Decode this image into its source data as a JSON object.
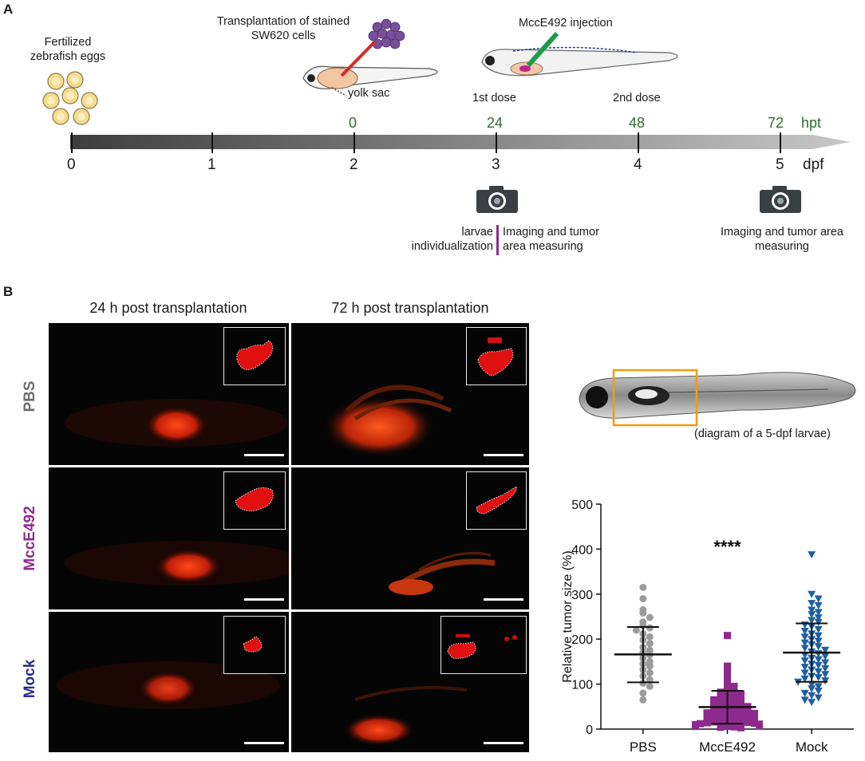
{
  "panelA": {
    "letter": "A",
    "fertilized": "Fertilized zebrafish eggs",
    "transplantation": "Transplantation of stained SW620 cells",
    "yolk_sac": "yolk sac",
    "injection": "MccE492 injection",
    "dose1": "1st dose",
    "dose2": "2nd dose",
    "dpf_ticks": [
      "0",
      "1",
      "2",
      "3",
      "4",
      "5"
    ],
    "dpf_unit": "dpf",
    "hpt_ticks": [
      "0",
      "24",
      "48",
      "72"
    ],
    "hpt_unit": "hpt",
    "larvae": "larvae individualization",
    "imaging1": "Imaging and tumor area measuring",
    "imaging2": "Imaging and tumor area measuring"
  },
  "panelB": {
    "letter": "B",
    "col1": "24 h post transplantation",
    "col2": "72 h post transplantation",
    "rows": [
      "PBS",
      "MccE492",
      "Mock"
    ],
    "row_colors": [
      "#6b6b6b",
      "#8e2a8e",
      "#2a2a8a"
    ],
    "diagram_caption": "(diagram of a 5-dpf larvae)"
  },
  "chart_data": {
    "type": "scatter",
    "title": "",
    "xlabel": "",
    "ylabel": "Relative tumor size (%)",
    "ylim": [
      0,
      500
    ],
    "yticks": [
      "0",
      "100",
      "200",
      "300",
      "400",
      "500"
    ],
    "categories": [
      "PBS",
      "MccE492",
      "Mock"
    ],
    "annotation": "****",
    "annotation_category": "MccE492",
    "series": [
      {
        "category": "PBS",
        "color": "#9b9b9b",
        "marker": "circle",
        "mean": 166,
        "sd_low": 104,
        "sd_high": 227,
        "values": [
          315,
          290,
          265,
          258,
          248,
          238,
          230,
          225,
          220,
          212,
          205,
          198,
          190,
          182,
          175,
          170,
          165,
          158,
          150,
          145,
          140,
          132,
          125,
          118,
          110,
          102,
          95,
          80,
          65
        ]
      },
      {
        "category": "MccE492",
        "color": "#8e2a8e",
        "marker": "square",
        "mean": 49,
        "sd_low": 12,
        "sd_high": 85,
        "values": [
          208,
          140,
          125,
          110,
          100,
          95,
          90,
          85,
          82,
          78,
          75,
          72,
          70,
          68,
          65,
          62,
          60,
          58,
          55,
          53,
          50,
          48,
          46,
          44,
          42,
          40,
          38,
          36,
          35,
          33,
          32,
          30,
          28,
          26,
          25,
          24,
          22,
          20,
          19,
          18,
          17,
          16,
          15,
          14,
          13,
          12,
          11,
          10,
          9,
          8,
          7,
          6,
          5,
          4,
          3
        ]
      },
      {
        "category": "Mock",
        "color": "#1f5fa0",
        "marker": "triangle-down",
        "mean": 170,
        "sd_low": 105,
        "sd_high": 235,
        "values": [
          388,
          300,
          290,
          280,
          275,
          265,
          260,
          255,
          248,
          242,
          238,
          232,
          228,
          222,
          218,
          212,
          208,
          205,
          200,
          196,
          192,
          188,
          184,
          180,
          176,
          172,
          168,
          165,
          162,
          158,
          155,
          152,
          148,
          145,
          142,
          138,
          135,
          132,
          128,
          125,
          122,
          118,
          115,
          112,
          108,
          105,
          100,
          95,
          90,
          85,
          80,
          75,
          70,
          65,
          60
        ]
      }
    ]
  }
}
